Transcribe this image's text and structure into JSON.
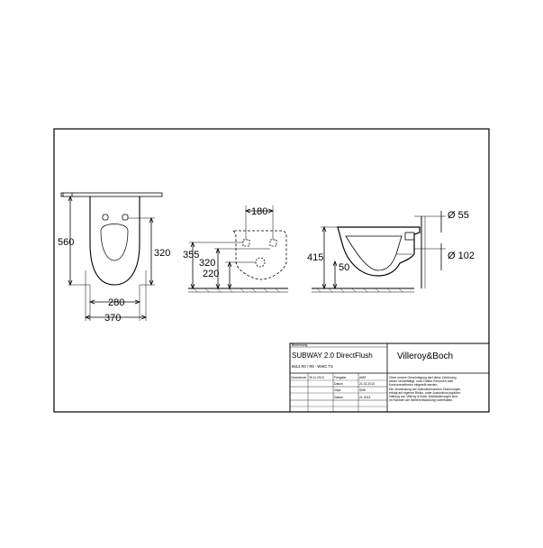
{
  "front_view": {
    "height_total": "560",
    "height_inner": "320",
    "width_inner": "280",
    "width_total": "370"
  },
  "rear_view": {
    "hole_spacing": "180",
    "h_355": "355",
    "h_320": "320",
    "h_220": "220"
  },
  "side_view": {
    "height": "415",
    "outlet_offset": "50",
    "dia_inlet": "Ø 55",
    "dia_outlet": "Ø 102"
  },
  "title_block": {
    "label_designation": "Benennung",
    "product_name": "SUBWAY 2.0 DirectFlush",
    "article_code": "5614 R0 / R6 - WWC TS",
    "brand": "Villeroy&Boch",
    "rows": [
      {
        "label": "Gezeichnet",
        "date": "26.11.2013",
        "role": "Freigabe",
        "initials": "AMS",
        "role_date": ""
      },
      {
        "label": "Datum",
        "date": "",
        "role": "",
        "initials": "",
        "role_date": "21.02.2013"
      },
      {
        "label": "Gepr.",
        "date": "",
        "role": "",
        "initials": "SMK",
        "role_date": ""
      },
      {
        "label": "Datum",
        "date": "",
        "role": "",
        "initials": "",
        "role_date": "21.2013"
      }
    ],
    "notice": [
      "Ohne unsere Genehmigung darf diese Zeichnung",
      "weder vervielfältigt, noch Dritten Personen oder",
      "Konkurrenzfirmen mitgeteilt werden.",
      "Die Verwendung der Datentechnischen Zeichnungen",
      "erfolgt auf eigenes Risiko, unter Ausschluss jeglicher",
      "Haftung von Villeroy & Boch. Maßänderungen sind",
      "im Rahmen der Weiterentwicklung vorbehalten."
    ]
  }
}
